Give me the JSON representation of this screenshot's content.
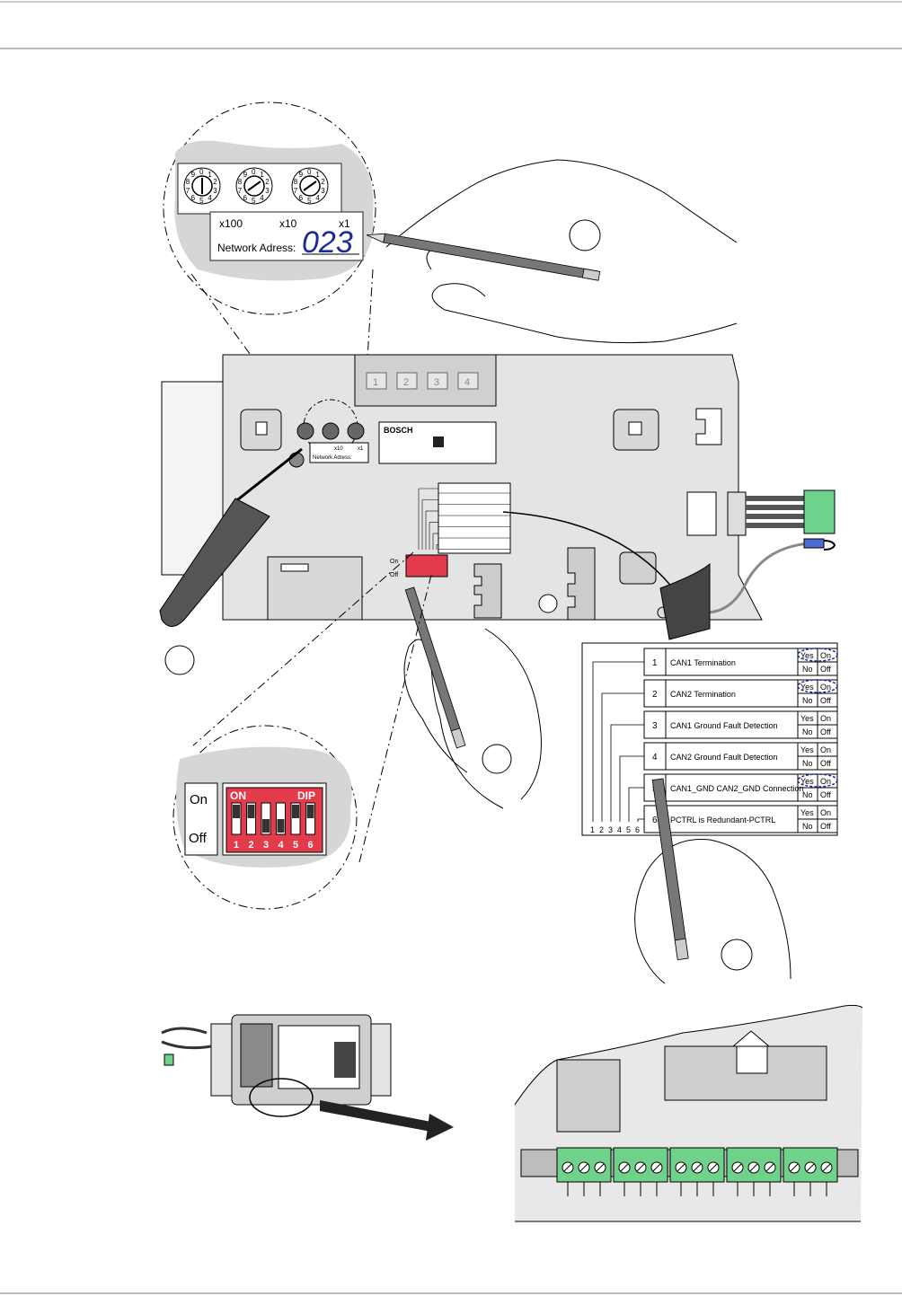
{
  "rotary": {
    "digits": [
      "0",
      "1",
      "2",
      "3",
      "4",
      "5",
      "6",
      "7",
      "8",
      "9"
    ],
    "labels": [
      "x100",
      "x10",
      "x1"
    ],
    "network_label": "Network Adress:",
    "handwritten_value": "023"
  },
  "board": {
    "brand": "BOSCH",
    "slots": [
      "1",
      "2",
      "3",
      "4"
    ],
    "mini_labels": [
      "x10",
      "x1"
    ],
    "mini_network": "Network Adress:",
    "on_label": "On",
    "off_label": "Off"
  },
  "dip": {
    "on_label": "On",
    "off_label": "Off",
    "header_left": "ON",
    "header_right": "DIP",
    "numbers": [
      "1",
      "2",
      "3",
      "4",
      "5",
      "6"
    ],
    "positions": [
      "on",
      "on",
      "off",
      "off",
      "on",
      "on"
    ]
  },
  "switch_table": {
    "rows": [
      {
        "num": "1",
        "text": "CAN1 Termination",
        "yes": "Yes",
        "on": "On",
        "no": "No",
        "off": "Off"
      },
      {
        "num": "2",
        "text": "CAN2 Termination",
        "yes": "Yes",
        "on": "On",
        "no": "No",
        "off": "Off"
      },
      {
        "num": "3",
        "text": "CAN1 Ground Fault Detection",
        "yes": "Yes",
        "on": "On",
        "no": "No",
        "off": "Off"
      },
      {
        "num": "4",
        "text": "CAN2 Ground Fault Detection",
        "yes": "Yes",
        "on": "On",
        "no": "No",
        "off": "Off"
      },
      {
        "num": "5",
        "text": "CAN1_GND CAN2_GND Connection",
        "yes": "Yes",
        "on": "On",
        "no": "No",
        "off": "Off"
      },
      {
        "num": "6",
        "text": "PCTRL is Redundant-PCTRL",
        "yes": "Yes",
        "on": "On",
        "no": "No",
        "off": "Off"
      }
    ],
    "bottom_numbers": [
      "1",
      "2",
      "3",
      "4",
      "5",
      "6"
    ]
  },
  "colors": {
    "dip_red": "#e33b4b",
    "ink_blue": "#1a2a9c",
    "board_gray": "#e4e4e4",
    "terminal_green": "#6ed28a"
  }
}
